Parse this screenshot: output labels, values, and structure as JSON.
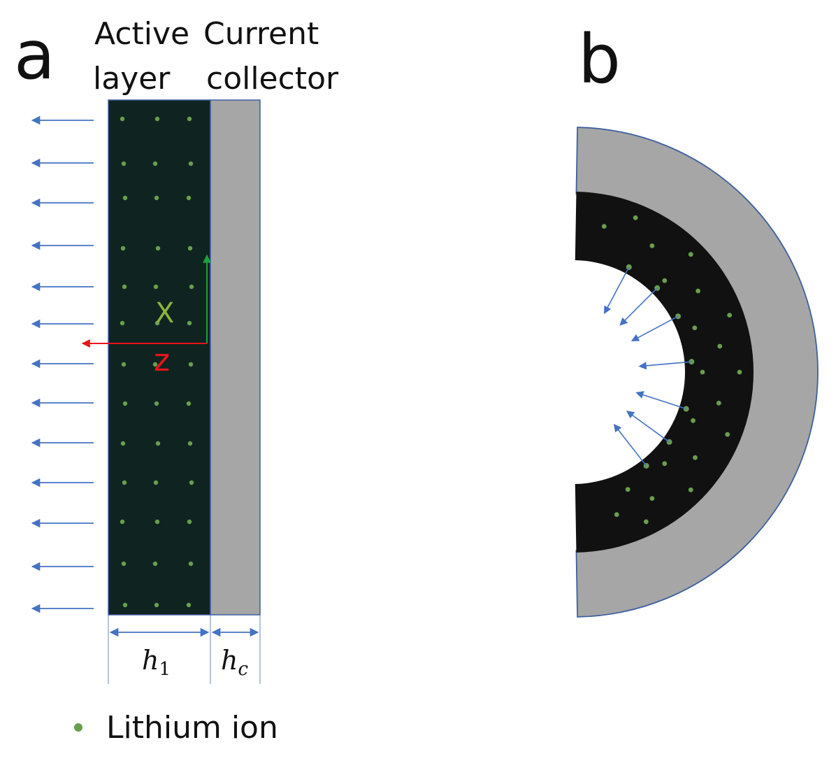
{
  "panel_a": {
    "label": "a",
    "active_layer_line1": "Active",
    "active_layer_line2": "layer",
    "current_collector_line1": "Current",
    "current_collector_line2": "collector",
    "axis_x_label": "X",
    "axis_z_label": "z",
    "dim_h1_base": "h",
    "dim_h1_sub": "1",
    "dim_hc_base": "h",
    "dim_hc_sub": "c"
  },
  "panel_b": {
    "label": "b"
  },
  "legend": {
    "lithium_ion_label": "Lithium ion"
  },
  "colors": {
    "active_layer_a": "#0f2420",
    "active_layer_b": "#111111",
    "current_collector": "#a6a6a6",
    "lithium_ion": "#6a9e4f",
    "flux_arrow": "#4472c4",
    "axis_x": "#1aa33a",
    "axis_z": "#e8141b",
    "axis_x_label": "#8fb33a",
    "axis_z_label": "#e8141b",
    "outline": "#3f5fa0"
  }
}
